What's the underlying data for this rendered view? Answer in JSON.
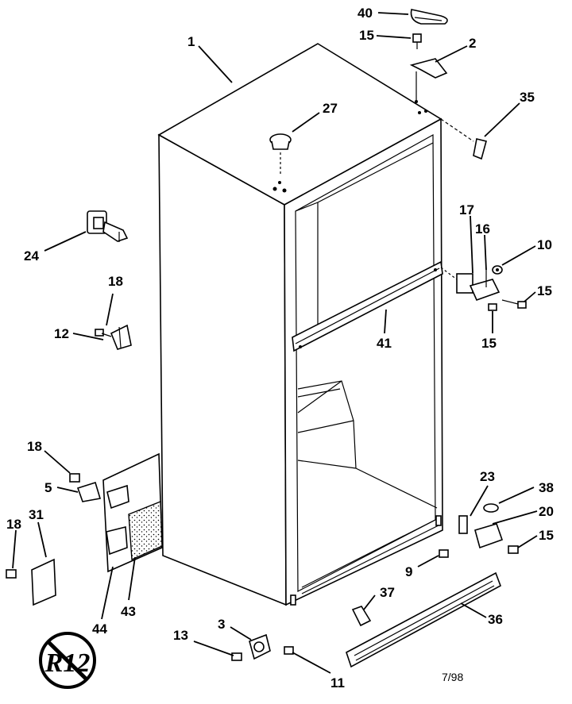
{
  "callouts": [
    {
      "id": "1",
      "label": "1"
    },
    {
      "id": "2",
      "label": "2"
    },
    {
      "id": "3",
      "label": "3"
    },
    {
      "id": "5",
      "label": "5"
    },
    {
      "id": "9",
      "label": "9"
    },
    {
      "id": "10",
      "label": "10"
    },
    {
      "id": "11",
      "label": "11"
    },
    {
      "id": "12",
      "label": "12"
    },
    {
      "id": "13",
      "label": "13"
    },
    {
      "id": "15a",
      "label": "15"
    },
    {
      "id": "15b",
      "label": "15"
    },
    {
      "id": "15c",
      "label": "15"
    },
    {
      "id": "15d",
      "label": "15"
    },
    {
      "id": "16",
      "label": "16"
    },
    {
      "id": "17",
      "label": "17"
    },
    {
      "id": "18a",
      "label": "18"
    },
    {
      "id": "18b",
      "label": "18"
    },
    {
      "id": "18c",
      "label": "18"
    },
    {
      "id": "20",
      "label": "20"
    },
    {
      "id": "23",
      "label": "23"
    },
    {
      "id": "24",
      "label": "24"
    },
    {
      "id": "27",
      "label": "27"
    },
    {
      "id": "31",
      "label": "31"
    },
    {
      "id": "35",
      "label": "35"
    },
    {
      "id": "36",
      "label": "36"
    },
    {
      "id": "37",
      "label": "37"
    },
    {
      "id": "38",
      "label": "38"
    },
    {
      "id": "40",
      "label": "40"
    },
    {
      "id": "41",
      "label": "41"
    },
    {
      "id": "43",
      "label": "43"
    },
    {
      "id": "44",
      "label": "44"
    }
  ],
  "date_code": "7/98",
  "logo": {
    "text": "R12",
    "meaning": "no-R12-refrigerant-symbol"
  }
}
